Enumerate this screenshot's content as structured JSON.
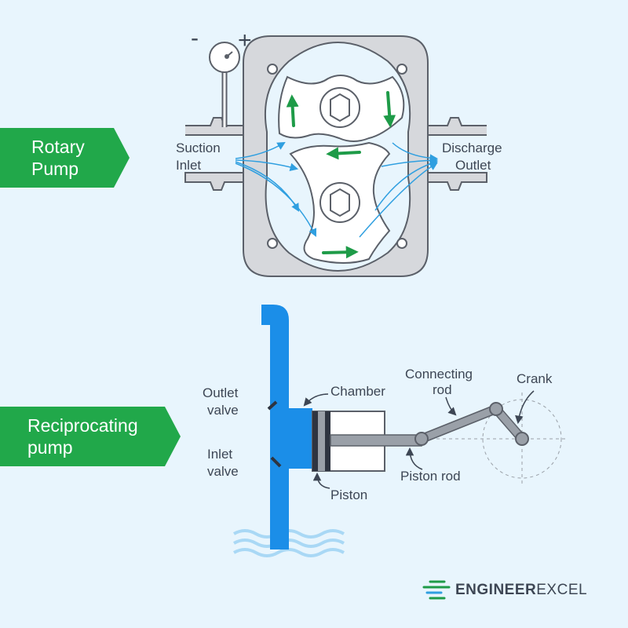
{
  "banners": {
    "rotary": [
      "Rotary",
      "Pump"
    ],
    "reciprocating": [
      "Reciprocating",
      "pump"
    ]
  },
  "gauge": {
    "minus": "-",
    "plus": "+"
  },
  "rotary_labels": {
    "suction": [
      "Suction",
      "Inlet"
    ],
    "discharge": [
      "Discharge",
      "Outlet"
    ]
  },
  "recip_labels": {
    "outlet_valve": [
      "Outlet",
      "valve"
    ],
    "inlet_valve": [
      "Inlet",
      "valve"
    ],
    "chamber": "Chamber",
    "piston": "Piston",
    "piston_rod": "Piston rod",
    "connecting_rod": [
      "Connecting",
      "rod"
    ],
    "crank": "Crank"
  },
  "logo": {
    "engineer": "ENGINEER",
    "excel": "EXCEL"
  },
  "colors": {
    "background": "#e8f5fd",
    "banner": "#21a84a",
    "casing": "#d6d8dc",
    "outline": "#5b6069",
    "flow_arrow": "#2f9fe0",
    "rotation_arrow": "#1e9b48",
    "water": "#1b8ee8",
    "waves": "#a9d8f5",
    "text": "#3d4654"
  }
}
